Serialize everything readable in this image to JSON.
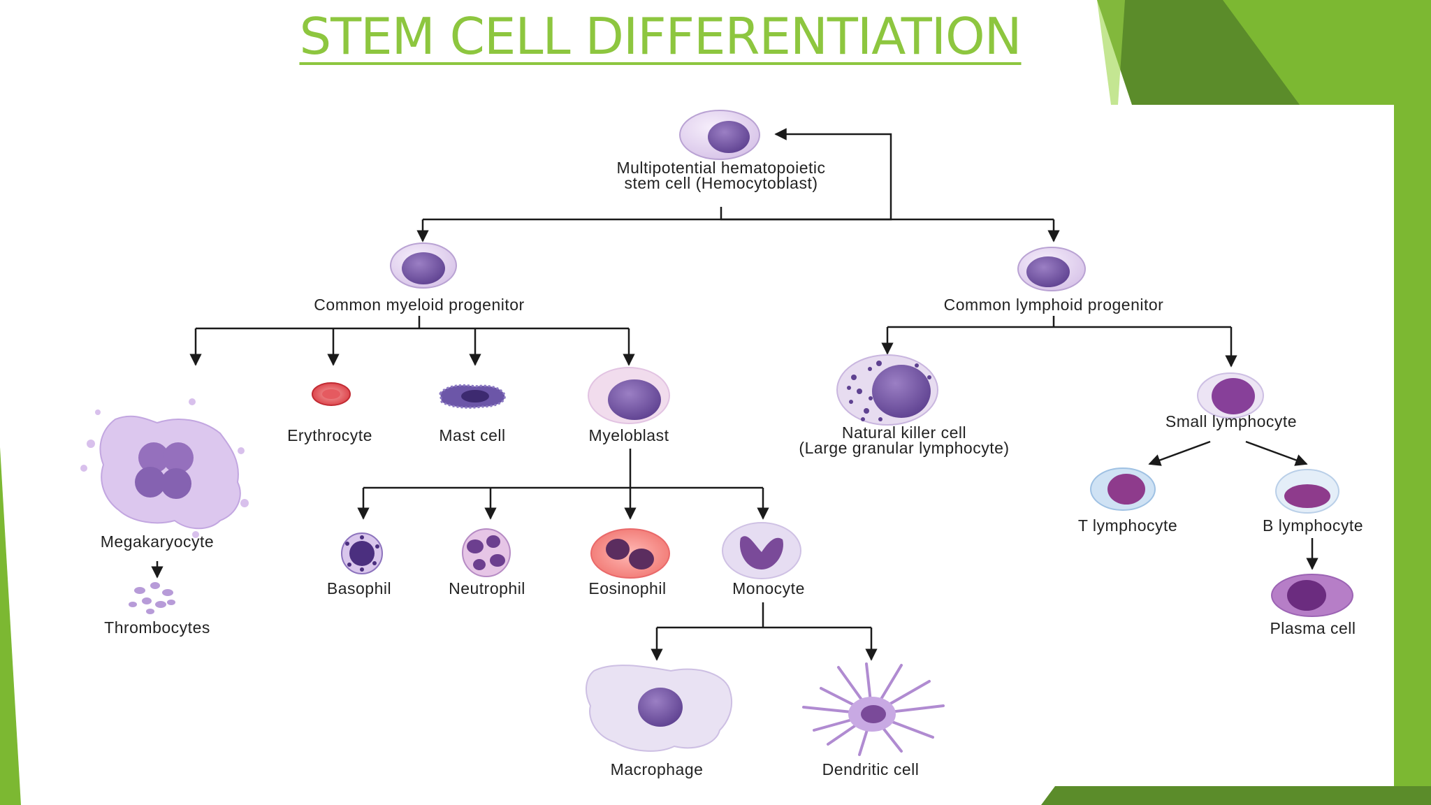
{
  "slide": {
    "title": "STEM CELL DIFFERENTIATION",
    "colors": {
      "title": "#8dc63f",
      "accent_dark": "#5b8c2a",
      "accent_light": "#7cb832",
      "nucleus": "#7a5aa8",
      "arrow": "#1a1a1a"
    }
  },
  "diagram": {
    "stem_cell": {
      "line1": "Multipotential hematopoietic",
      "line2": "stem cell (Hemocytoblast)"
    },
    "myeloid_progenitor": "Common myeloid progenitor",
    "lymphoid_progenitor": "Common lymphoid progenitor",
    "megakaryocyte": "Megakaryocyte",
    "thrombocytes": "Thrombocytes",
    "erythrocyte": "Erythrocyte",
    "mast_cell": "Mast cell",
    "myeloblast": "Myeloblast",
    "basophil": "Basophil",
    "neutrophil": "Neutrophil",
    "eosinophil": "Eosinophil",
    "monocyte": "Monocyte",
    "macrophage": "Macrophage",
    "dendritic_cell": "Dendritic cell",
    "nk_cell": {
      "line1": "Natural killer cell",
      "line2": "(Large granular lymphocyte)"
    },
    "small_lymphocyte": "Small lymphocyte",
    "t_lymphocyte": "T lymphocyte",
    "b_lymphocyte": "B lymphocyte",
    "plasma_cell": "Plasma cell"
  }
}
